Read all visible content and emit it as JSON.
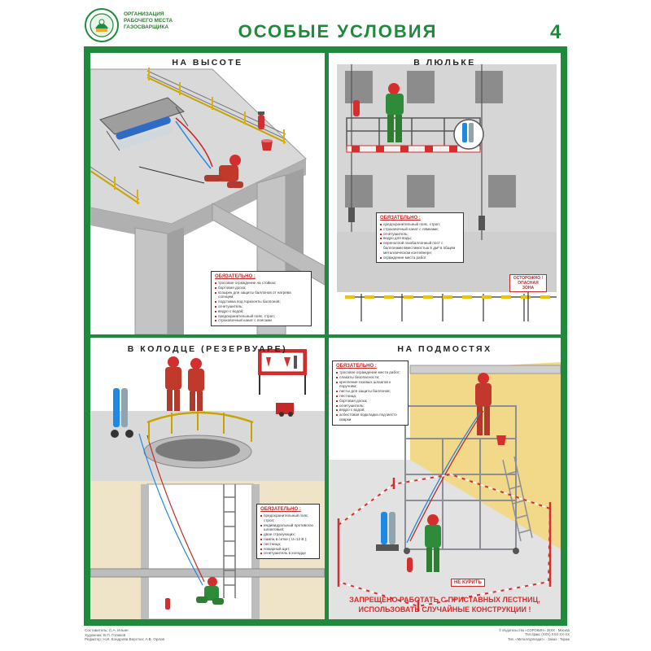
{
  "header": {
    "org_line1": "ОРГАНИЗАЦИЯ",
    "org_line2": "РАБОЧЕГО МЕСТА",
    "org_line3": "ГАЗОСВАРЩИКА",
    "title": "ОСОБЫЕ УСЛОВИЯ",
    "sheet_number": "4"
  },
  "colors": {
    "frame_green": "#1f8a3c",
    "warning_red": "#d32f2f",
    "worker_orange": "#c0392b",
    "worker_green": "#2e8b3a"
  },
  "panels": {
    "height": {
      "title": "НА ВЫСОТЕ",
      "note_title": "ОБЯЗАТЕЛЬНО :",
      "items": [
        "тросовое ограждение на стойках;",
        "бортовая доска;",
        "козырек для защиты баллонов от нагрева солнцем;",
        "подставка под горизонты баллонов;",
        "огнетушитель;",
        "ведро с водой;",
        "предохранительный пояс, строп;",
        "страховочный канат с поясами"
      ]
    },
    "cradle": {
      "title": "В ЛЮЛЬКЕ",
      "note_title": "ОБЯЗАТЕЛЬНО :",
      "items": [
        "предохранительный пояс, строп;",
        "страховочный канат с лямками;",
        "огнетушитель;",
        "ведро для воды;",
        "переносной газобаллонный пост с баллонами вместимостью 5 дм³ в общем металлическом контейнере;",
        "ограждение места работ"
      ],
      "danger_sign_line1": "ОСТОРОЖНО !",
      "danger_sign_line2": "ОПАСНАЯ ЗОНА"
    },
    "well": {
      "title": "В КОЛОДЦЕ (РЕЗЕРВУАРЕ)",
      "note_title": "ОБЯЗАТЕЛЬНО :",
      "items": [
        "предохранительный пояс, строп;",
        "индивидуальный противогаз шланговый;",
        "двое страхующих;",
        "лампа в сетке ( U=12 В );",
        "лестница;",
        "пожарный щит;",
        "огнетушитель в колодце"
      ]
    },
    "scaffold": {
      "title": "НА ПОДМОСТЯХ",
      "note_title": "ОБЯЗАТЕЛЬНО :",
      "items": [
        "тросовое ограждение места работ;",
        "плакаты безопасности;",
        "крепление газовых шлангов к поручням;",
        "листы для защиты баллонов;",
        "лестница;",
        "бортовая доска;",
        "огнетушитель;",
        "ведро с водой;",
        "асбестовая подкладка под место сварки"
      ],
      "no_smoking_sign": "НЕ КУРИТЬ",
      "warning_line1": "ЗАПРЕЩЕНО РАБОТАТЬ С ПРИСТАВНЫХ ЛЕСТНИЦ,",
      "warning_line2": "ИСПОЛЬЗОВАТЬ СЛУЧАЙНЫЕ КОНСТРУКЦИИ !"
    }
  },
  "credits": {
    "left_line1": "Составитель: С.А. Ильин",
    "left_line2": "Художник: В.П. Голиков",
    "left_line3": "Редактор: Н.И. Кондрова   Верстка: А.В. Орлов",
    "right_line1": "© Издательство «СОРОКИН» 20XX · Москва",
    "right_line2": "Тел./факс (XXX) XXX-XX-XX",
    "right_line3": "Тип. «Металлургиздат» · Заказ · Тираж"
  }
}
